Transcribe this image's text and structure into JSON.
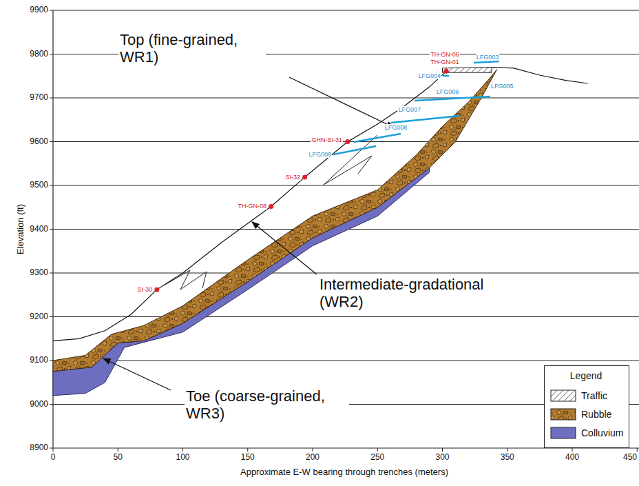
{
  "diagram": {
    "labels": [
      "9900",
      "9800",
      "9700",
      "9600",
      "9500",
      "9400",
      "9300",
      "9200",
      "9100",
      "9000",
      "8900",
      "0",
      "50",
      "100",
      "150",
      "200",
      "250",
      "300",
      "350",
      "400",
      "450",
      "Elevation (ft)",
      "Approximate E-W bearing through trenches (meters)",
      "Top (fine-grained, WR1)",
      "Intermediate-gradational (WR2)",
      "Toe (coarse-grained, WR3)",
      "TH-GN-06",
      "TH-GN-01",
      "LFG003",
      "LFG004",
      "LFG005",
      "LFG006",
      "LFG007",
      "LFG008",
      "LFG009",
      "GHN-SI-31",
      "SI-32",
      "TH-GN-08",
      "SI-30",
      "Legend"
    ],
    "legend": [
      {
        "text": "Traffic"
      },
      {
        "text": "Rubble"
      },
      {
        "text": "Colluvium",
        "color": "#6e6ec0"
      }
    ]
  }
}
